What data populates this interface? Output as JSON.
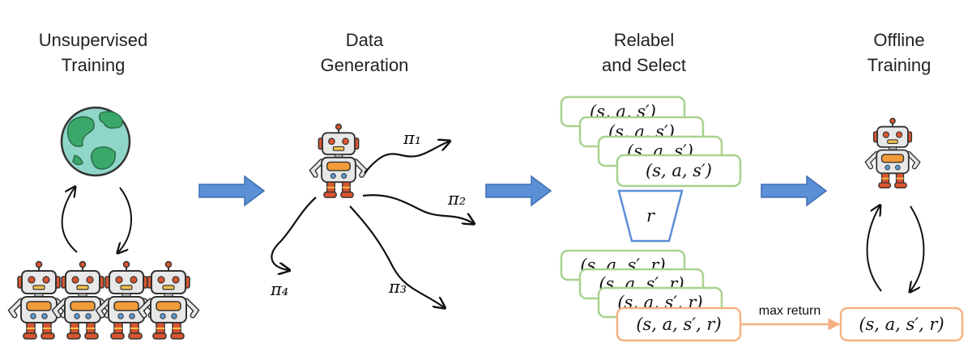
{
  "stages": [
    {
      "line1": "Unsupervised",
      "line2": "Training"
    },
    {
      "line1": "Data",
      "line2": "Generation"
    },
    {
      "line1": "Relabel",
      "line2": "and Select"
    },
    {
      "line1": "Offline",
      "line2": "Training"
    }
  ],
  "policies": {
    "p1": "π₁",
    "p2": "π₂",
    "p3": "π₃",
    "p4": "π₄"
  },
  "transitions": [
    "(s, a, s′)",
    "(s, a, s′)",
    "(s, a, s′)",
    "(s, a, s′)"
  ],
  "reward_filter": "r",
  "relabeled": [
    "(s, a, s′, r)",
    "(s, a, s′, r)",
    "(s, a, s′, r)",
    "(s, a, s′, r)"
  ],
  "selected": "(s, a, s′, r)",
  "edge_label": "max return",
  "colors": {
    "arrow_fill": "#5b8fd6",
    "green_box": "#a9d18e",
    "orange_box": "#f4b183",
    "funnel": "#5b8fd6",
    "earth_water": "#8fd6c9",
    "earth_land": "#3aa86b",
    "robot_body": "#e8e8e8",
    "robot_accent": "#d9552f"
  }
}
